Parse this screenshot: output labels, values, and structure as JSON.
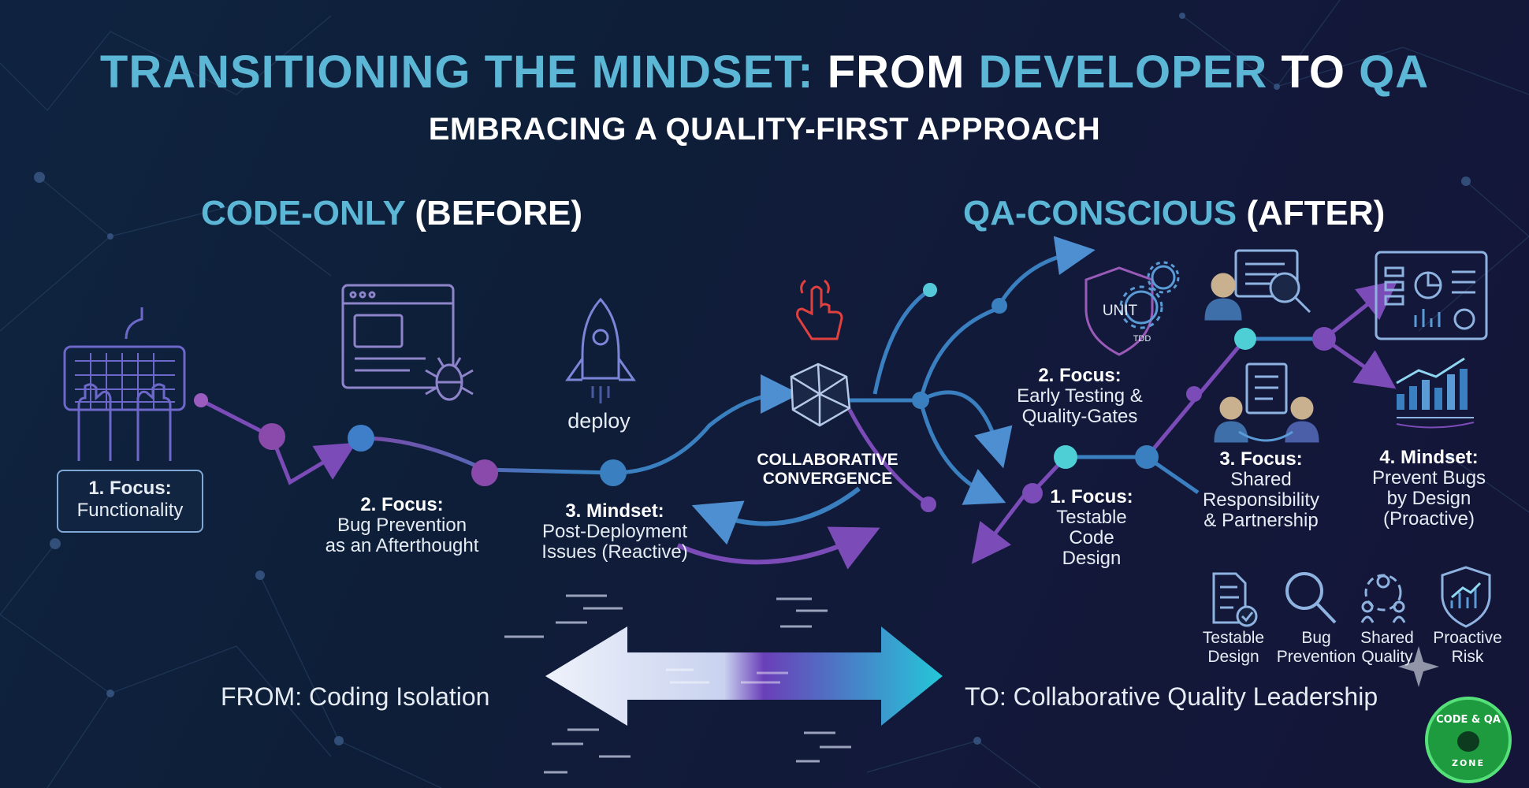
{
  "title": {
    "part1": "TRANSITIONING THE MINDSET:",
    "part2": "FROM",
    "part3": "DEVELOPER",
    "part4": "TO",
    "part5": "QA"
  },
  "subtitle": "EMBRACING A QUALITY-FIRST APPROACH",
  "before": {
    "heading_main": "CODE-ONLY",
    "heading_tag": "(BEFORE)",
    "step1": {
      "title": "1. Focus:",
      "text": "Functionality"
    },
    "step2": {
      "title": "2. Focus:",
      "text1": "Bug Prevention",
      "text2": "as an Afterthought"
    },
    "deploy": "deploy",
    "step3": {
      "title": "3. Mindset:",
      "text1": "Post-Deployment",
      "text2": "Issues (Reactive)"
    }
  },
  "center": {
    "line1": "COLLABORATIVE",
    "line2": "CONVERGENCE"
  },
  "after": {
    "heading_main": "QA-CONSCIOUS",
    "heading_tag": "(AFTER)",
    "shield_unit": "UNIT",
    "gear_tdd": "TDD",
    "step1": {
      "title": "1. Focus:",
      "text1": "Testable",
      "text2": "Code",
      "text3": "Design"
    },
    "step2": {
      "title": "2. Focus:",
      "text1": "Early Testing &",
      "text2": "Quality-Gates"
    },
    "step3": {
      "title": "3. Focus:",
      "text1": "Shared",
      "text2": "Responsibility",
      "text3": "& Partnership"
    },
    "step4": {
      "title": "4. Mindset:",
      "text1": "Prevent Bugs",
      "text2": "by Design",
      "text3": "(Proactive)"
    }
  },
  "icons": [
    {
      "line1": "Testable",
      "line2": "Design"
    },
    {
      "line1": "Bug",
      "line2": "Prevention"
    },
    {
      "line1": "Shared",
      "line2": "Quality"
    },
    {
      "line1": "Proactive",
      "line2": "Risk"
    }
  ],
  "bottom": {
    "from": "FROM: Coding Isolation",
    "to": "TO: Collaborative Quality Leadership"
  },
  "logo": {
    "top": "CODE & QA",
    "bottom": "ZONE"
  },
  "colors": {
    "cyan": "#5cb6d6",
    "blue": "#3a7fc0",
    "purple": "#7b4bb8",
    "teal": "#4ecfd6"
  }
}
